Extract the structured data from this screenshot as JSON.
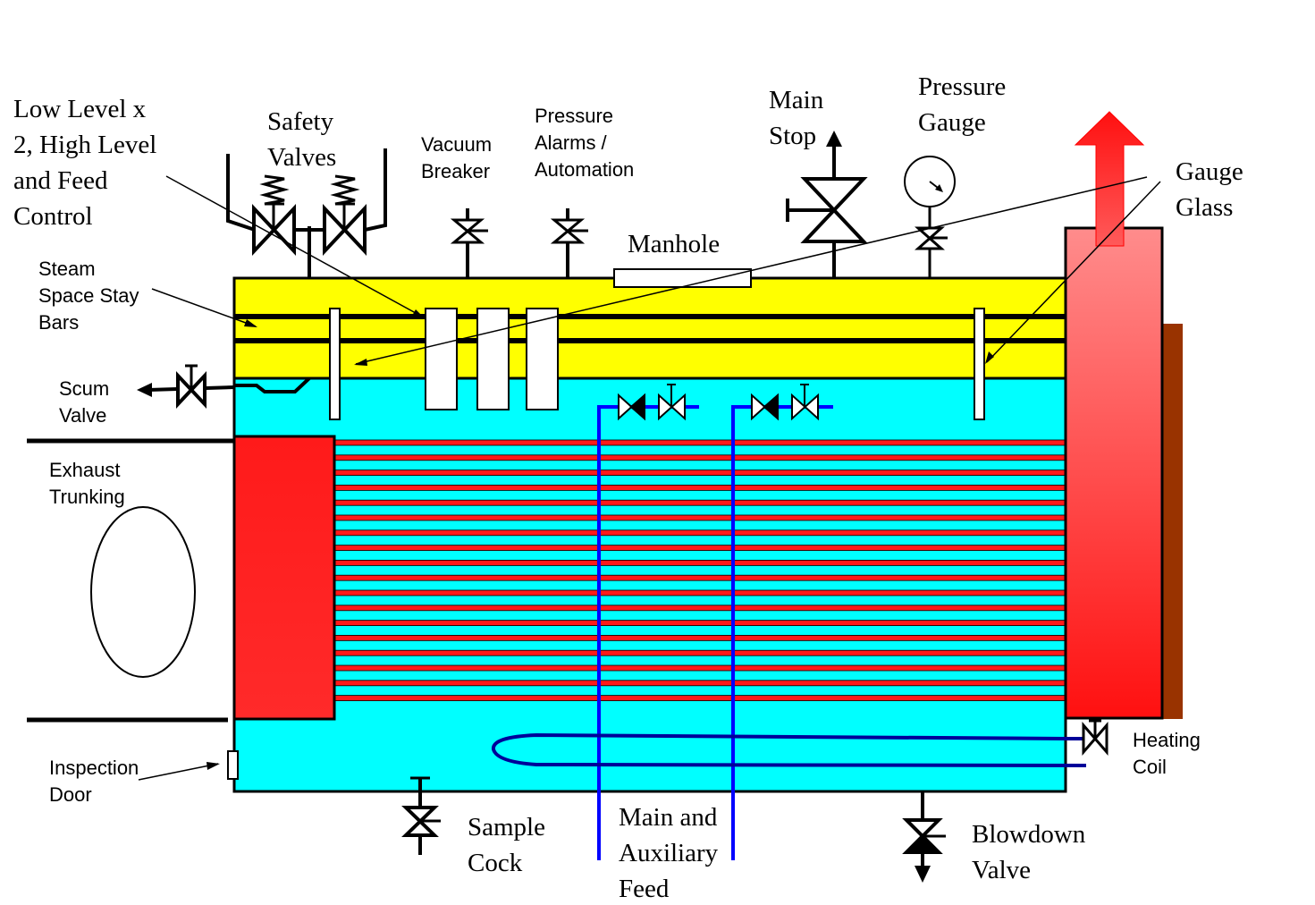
{
  "labels": {
    "low_level": [
      "Low Level x",
      "2, High Level",
      "and Feed",
      "Control"
    ],
    "safety_valves": [
      "Safety",
      "Valves"
    ],
    "vacuum_breaker": [
      "Vacuum",
      "Breaker"
    ],
    "pressure_alarms": [
      "Pressure",
      "Alarms /",
      "Automation"
    ],
    "main_stop": [
      "Main",
      "Stop"
    ],
    "pressure_gauge": [
      "Pressure",
      "Gauge"
    ],
    "gauge_glass": [
      "Gauge",
      "Glass"
    ],
    "manhole": "Manhole",
    "steam_space_stay_bars": [
      "Steam",
      "Space Stay",
      "Bars"
    ],
    "scum_valve": [
      "Scum",
      "Valve"
    ],
    "exhaust_trunking": [
      "Exhaust",
      "Trunking"
    ],
    "inspection_door": [
      "Inspection",
      "Door"
    ],
    "sample_cock": [
      "Sample",
      "Cock"
    ],
    "main_aux_feed": [
      "Main and",
      "Auxiliary",
      "Feed"
    ],
    "blowdown_valve": [
      "Blowdown",
      "Valve"
    ],
    "heating_coil": [
      "Heating",
      "Coil"
    ]
  },
  "colors": {
    "steam_space": "#ffff00",
    "water_space": "#00ffff",
    "hot_gas": "#ff1a1a",
    "uptake_top": "#ff8c8c",
    "feed_pipe": "#0000ff",
    "heating_coil": "#000099",
    "casing": "#993300",
    "exhaust_arrow": "#ff2020"
  }
}
